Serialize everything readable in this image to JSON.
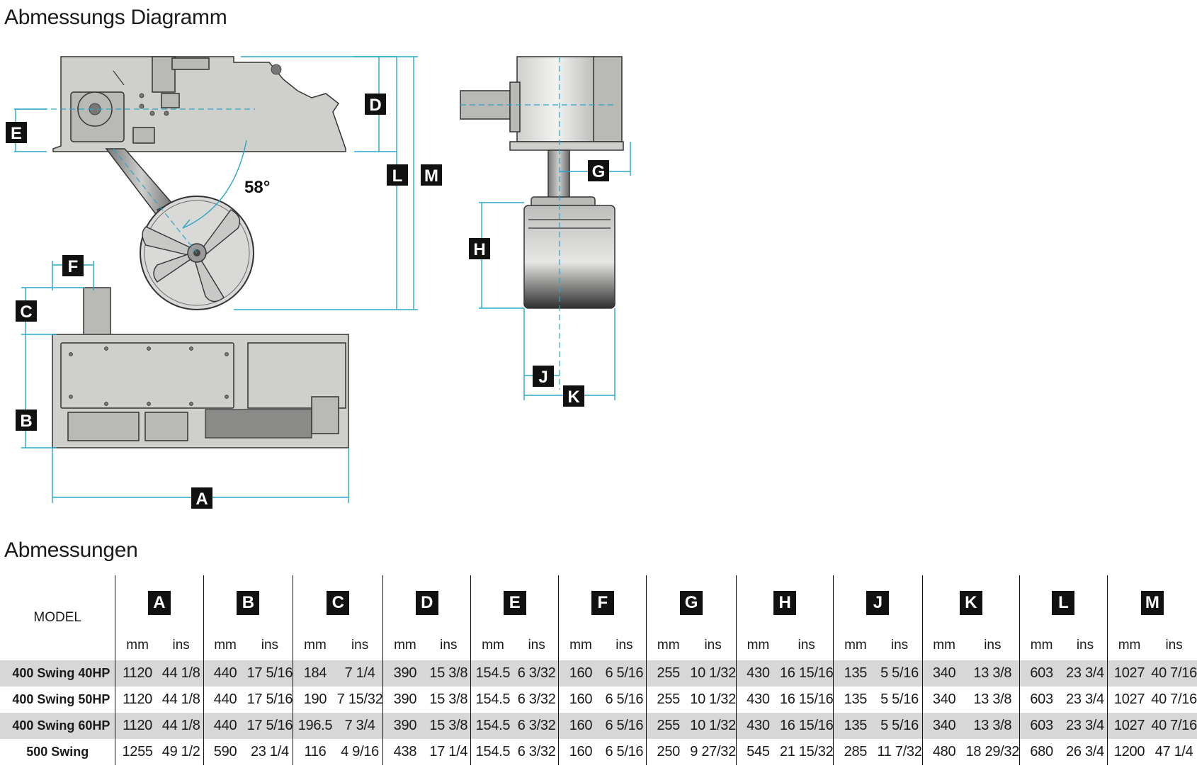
{
  "page": {
    "diagram_title": "Abmessungs Diagramm",
    "table_title": "Abmessungen"
  },
  "diagram": {
    "angle_label": "58°",
    "dimension_labels": [
      "A",
      "B",
      "C",
      "D",
      "E",
      "F",
      "G",
      "H",
      "J",
      "K",
      "L",
      "M"
    ]
  },
  "table": {
    "model_header": "MODEL",
    "unit_mm": "mm",
    "unit_ins": "ins",
    "columns": [
      "A",
      "B",
      "C",
      "D",
      "E",
      "F",
      "G",
      "H",
      "J",
      "K",
      "L",
      "M"
    ],
    "rows": [
      {
        "model": "400 Swing 40HP",
        "shaded": true,
        "values": [
          [
            "1120",
            "44 1/8"
          ],
          [
            "440",
            "17 5/16"
          ],
          [
            "184",
            "7 1/4"
          ],
          [
            "390",
            "15 3/8"
          ],
          [
            "154.5",
            "6 3/32"
          ],
          [
            "160",
            "6 5/16"
          ],
          [
            "255",
            "10 1/32"
          ],
          [
            "430",
            "16 15/16"
          ],
          [
            "135",
            "5 5/16"
          ],
          [
            "340",
            "13 3/8"
          ],
          [
            "603",
            "23 3/4"
          ],
          [
            "1027",
            "40 7/16"
          ]
        ]
      },
      {
        "model": "400 Swing 50HP",
        "shaded": false,
        "values": [
          [
            "1120",
            "44 1/8"
          ],
          [
            "440",
            "17 5/16"
          ],
          [
            "190",
            "7 15/32"
          ],
          [
            "390",
            "15 3/8"
          ],
          [
            "154.5",
            "6 3/32"
          ],
          [
            "160",
            "6 5/16"
          ],
          [
            "255",
            "10 1/32"
          ],
          [
            "430",
            "16 15/16"
          ],
          [
            "135",
            "5 5/16"
          ],
          [
            "340",
            "13 3/8"
          ],
          [
            "603",
            "23 3/4"
          ],
          [
            "1027",
            "40 7/16"
          ]
        ]
      },
      {
        "model": "400 Swing 60HP",
        "shaded": true,
        "values": [
          [
            "1120",
            "44 1/8"
          ],
          [
            "440",
            "17 5/16"
          ],
          [
            "196.5",
            "7 3/4"
          ],
          [
            "390",
            "15 3/8"
          ],
          [
            "154.5",
            "6 3/32"
          ],
          [
            "160",
            "6 5/16"
          ],
          [
            "255",
            "10 1/32"
          ],
          [
            "430",
            "16 15/16"
          ],
          [
            "135",
            "5 5/16"
          ],
          [
            "340",
            "13 3/8"
          ],
          [
            "603",
            "23 3/4"
          ],
          [
            "1027",
            "40 7/16"
          ]
        ]
      },
      {
        "model": "500 Swing",
        "shaded": false,
        "values": [
          [
            "1255",
            "49 1/2"
          ],
          [
            "590",
            "23 1/4"
          ],
          [
            "116",
            "4 9/16"
          ],
          [
            "438",
            "17 1/4"
          ],
          [
            "154.5",
            "6 3/32"
          ],
          [
            "160",
            "6 5/16"
          ],
          [
            "250",
            "9 27/32"
          ],
          [
            "545",
            "21 15/32"
          ],
          [
            "285",
            "11 7/32"
          ],
          [
            "480",
            "18 29/32"
          ],
          [
            "680",
            "26 3/4"
          ],
          [
            "1200",
            "47 1/4"
          ]
        ]
      }
    ]
  }
}
